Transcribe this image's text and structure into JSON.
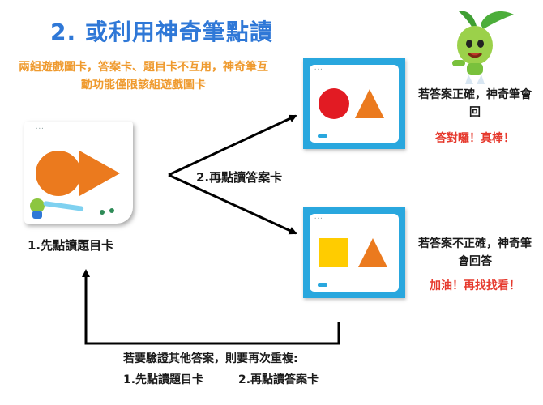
{
  "title": "2. 或利用神奇筆點讀",
  "note": "兩組遊戲圖卡，答案卡、題目卡不互用，神奇筆互動功能僅限該組遊戲圖卡",
  "step1_label": "1.先點讀題目卡",
  "step2_label": "2.再點讀答案卡",
  "correct": {
    "text": "若答案正確，神奇筆會回",
    "praise": "答對囉！真棒！"
  },
  "incorrect": {
    "text": "若答案不正確，神奇筆會回答",
    "praise": "加油！再找找看！"
  },
  "loop": {
    "text": "若要驗證其他答案，則要再次重複:",
    "step1": "1.先點讀題目卡",
    "step2": "2.再點讀答案卡"
  },
  "colors": {
    "title_blue": "#2f78d7",
    "note_orange": "#ef9a2e",
    "praise_red": "#e63a2e",
    "card_blue": "#29a7de",
    "shape_orange": "#eb7a1e",
    "circle_red": "#e21b23",
    "square_yellow": "#ffcc00"
  },
  "icons": [
    "mascot-bean-icon",
    "arrow-icon"
  ]
}
